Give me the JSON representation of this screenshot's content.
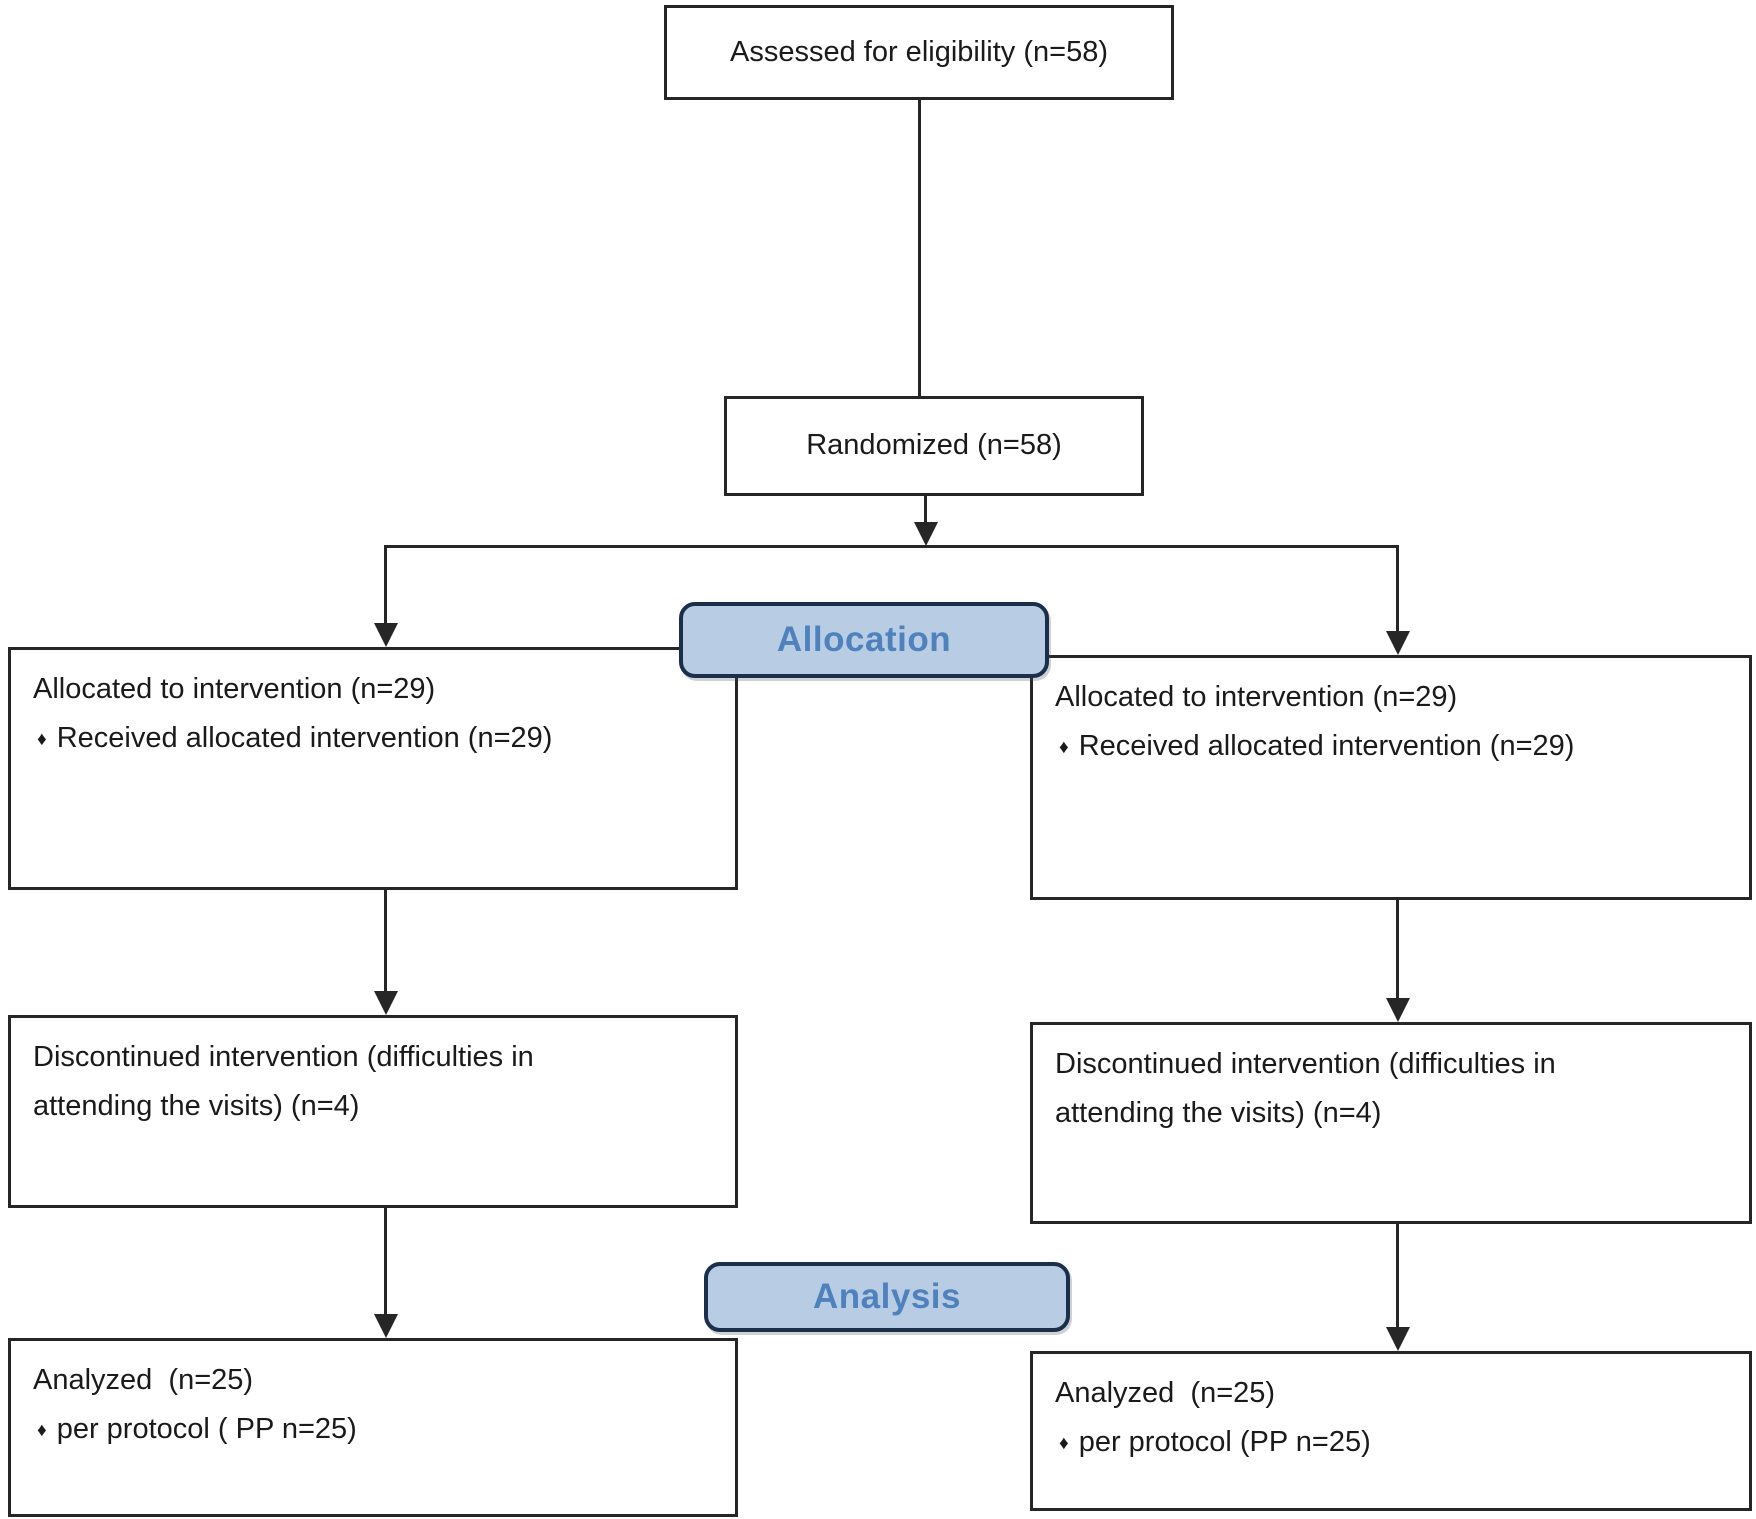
{
  "diagram": {
    "bullet_glyph": "♦",
    "banners": {
      "allocation": "Allocation",
      "analysis": "Analysis"
    },
    "eligibility": {
      "label": "Assessed for eligibility (n=58)"
    },
    "randomized": {
      "label": "Randomized (n=58)"
    },
    "allocated_left": {
      "title": "Allocated to intervention (n=29)",
      "bullet": "Received allocated intervention (n=29)"
    },
    "allocated_right": {
      "title": "Allocated to intervention (n=29)",
      "bullet": "Received allocated intervention (n=29)"
    },
    "discontinued_left": {
      "text": "Discontinued intervention (difficulties in attending the visits) (n=4)"
    },
    "discontinued_right": {
      "text": "Discontinued intervention (difficulties in attending the visits) (n=4)"
    },
    "analyzed_left": {
      "title": "Analyzed  (n=25)",
      "bullet": "per protocol ( PP n=25)"
    },
    "analyzed_right": {
      "title": "Analyzed  (n=25)",
      "bullet": "per protocol (PP n=25)"
    },
    "colors": {
      "banner_fill": "#b8cce4",
      "banner_border": "#1c2f4a",
      "banner_text": "#4f81bd",
      "line": "#262626"
    }
  }
}
